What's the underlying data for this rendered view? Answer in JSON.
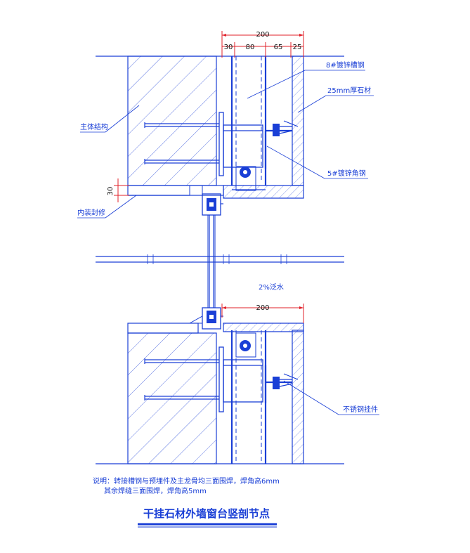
{
  "dimensions": {
    "top_total": "200",
    "top_seg1": "30",
    "top_seg2": "80",
    "top_seg3": "65",
    "top_seg4": "25",
    "left_30": "30",
    "sill_200": "200"
  },
  "labels": {
    "channel_steel": "8#镀锌槽钢",
    "stone": "25mm厚石材",
    "structure": "主体结构",
    "angle_steel": "5#镀锌角钢",
    "interior_seal": "内装封修",
    "slope": "2%泛水",
    "hanger": "不锈钢挂件"
  },
  "notes": {
    "line1": "说明：转接槽钢与预埋件及主龙骨均三面围焊，焊角高6mm",
    "line2": "其余焊缝三面围焊，焊角高5mm"
  },
  "title": "干挂石材外墙窗台竖剖节点",
  "colors": {
    "line": "#1a3fd6",
    "dim": "#e0202a"
  }
}
